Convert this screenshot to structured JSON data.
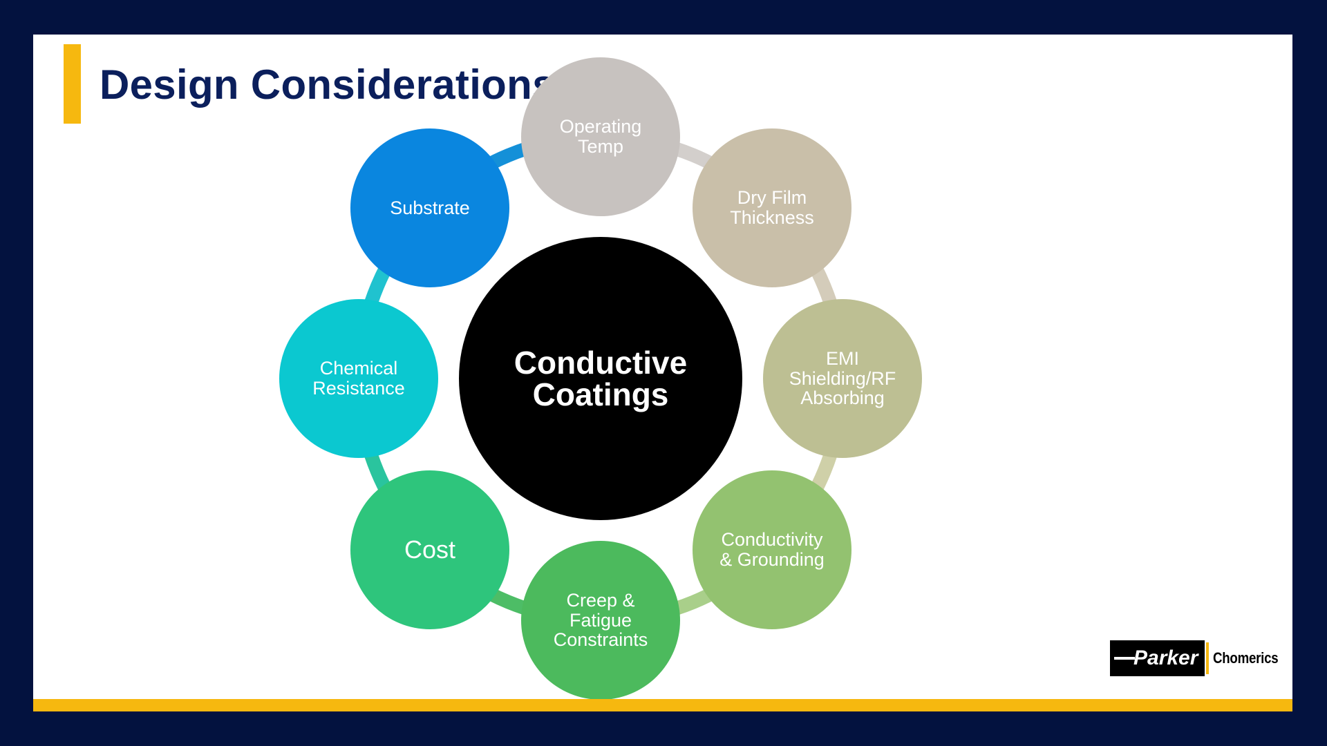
{
  "slide": {
    "title": "Design Considerations"
  },
  "diagram": {
    "center": "Conductive\nCoatings",
    "nodes": [
      {
        "label": "Operating\nTemp",
        "color": "#c7c2bf"
      },
      {
        "label": "Dry Film\nThickness",
        "color": "#c9bfa9"
      },
      {
        "label": "EMI\nShielding/RF\nAbsorbing",
        "color": "#bdbf93"
      },
      {
        "label": "Conductivity\n& Grounding",
        "color": "#93c270"
      },
      {
        "label": "Creep &\nFatigue\nConstraints",
        "color": "#4cba5d"
      },
      {
        "label": "Cost",
        "color": "#2ec57c"
      },
      {
        "label": "Chemical\nResistance",
        "color": "#0bc8d0"
      },
      {
        "label": "Substrate",
        "color": "#0a86df"
      }
    ]
  },
  "logo": {
    "brand": "Parker",
    "division": "Chomerics"
  },
  "colors": {
    "frame": "#03123f",
    "accent": "#f6b80f",
    "title": "#0b1f5c"
  }
}
